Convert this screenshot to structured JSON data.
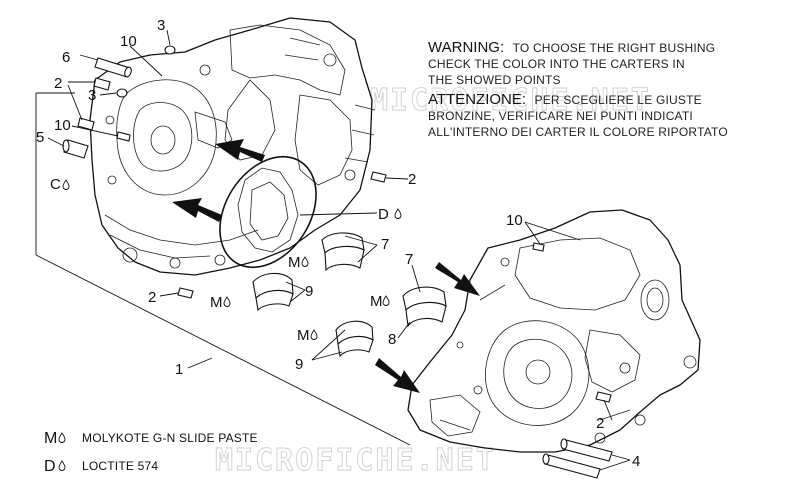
{
  "warning": {
    "heading": "WARNING:",
    "text_1": "TO CHOOSE THE RIGHT BUSHING",
    "text_2": "CHECK THE COLOR INTO THE CARTERS IN",
    "text_3": "THE SHOWED POINTS"
  },
  "attention": {
    "heading": "ATTENZIONE:",
    "text_1": "PER SCEGLIERE LE GIUSTE",
    "text_2": "BRONZINE, VERIFICARE NEI PUNTI INDICATI",
    "text_3": "ALL'INTERNO DEI CARTER IL COLORE RIPORTATO"
  },
  "callouts": {
    "c1": "1",
    "c2a": "2",
    "c2b": "2",
    "c2c": "2",
    "c2d": "2",
    "c3a": "3",
    "c3b": "3",
    "c4": "4",
    "c5": "5",
    "c6": "6",
    "c7a": "7",
    "c7b": "7",
    "c8": "8",
    "c9a": "9",
    "c9b": "9",
    "c10a": "10",
    "c10b": "10",
    "c10c": "10",
    "cC": "C",
    "cD": "D",
    "cM1": "M",
    "cM2": "M",
    "cM3": "M",
    "cM4": "M"
  },
  "legend": {
    "m_symbol": "M",
    "m_text": "MOLYKOTE G-N SLIDE PASTE",
    "d_symbol": "D",
    "d_text": "LOCTITE 574"
  },
  "watermark": "MICROFICHE.NET"
}
